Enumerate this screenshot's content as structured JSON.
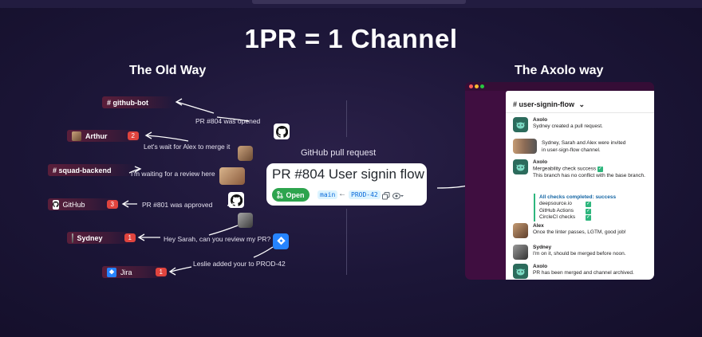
{
  "headline": "1PR = 1 Channel",
  "left_title": "The Old Way",
  "right_title": "The Axolo way",
  "old_way": {
    "channels": [
      {
        "label": "# github-bot"
      },
      {
        "label": "Arthur",
        "badge": "2"
      },
      {
        "label": "# squad-backend"
      },
      {
        "label": "GitHub",
        "badge": "3"
      },
      {
        "label": "Sydney",
        "badge": "1"
      },
      {
        "label": "Jira",
        "badge": "1"
      }
    ],
    "messages": [
      "PR #804 was opened",
      "Let's wait for Alex to merge it",
      "I'm waiting for a review here",
      "PR #801 was approved",
      "Hey Sarah, can you review my PR?",
      "Leslie added your to PROD-42"
    ]
  },
  "pr": {
    "caption": "GitHub pull request",
    "title": "PR #804 User signin flow",
    "status": "Open",
    "base_branch": "main",
    "arrow": "←",
    "head_branch": "PROD-42"
  },
  "slack": {
    "channel": "# user-signin-flow",
    "chevron": "⌄",
    "messages": [
      {
        "name": "Axolo",
        "text": "Sydney created a pull request."
      },
      {
        "name": "",
        "text": "Sydney, Sarah and Alex were invited",
        "text2": "in user-sign-flow channel."
      },
      {
        "name": "Axolo",
        "text": "Mergeability check success",
        "text2": "This branch has no conflict with the base branch."
      },
      {
        "name": "Alex",
        "text": "Once the linter passes, LGTM, good job!"
      },
      {
        "name": "Sydney",
        "text": "I'm on it, should be merged before noon."
      },
      {
        "name": "Axolo",
        "text": "PR has been merged and channel archived."
      }
    ],
    "checks": {
      "header": "All checks completed: success",
      "items": [
        "deepsource.io",
        "GitHub Actions",
        "CircleCI checks"
      ]
    }
  },
  "colors": {
    "background": "#1a1536",
    "badge": "#e0443e",
    "slack_sidebar": "#3f0e40",
    "open_green": "#2da44e",
    "check_green": "#2eb67d"
  }
}
